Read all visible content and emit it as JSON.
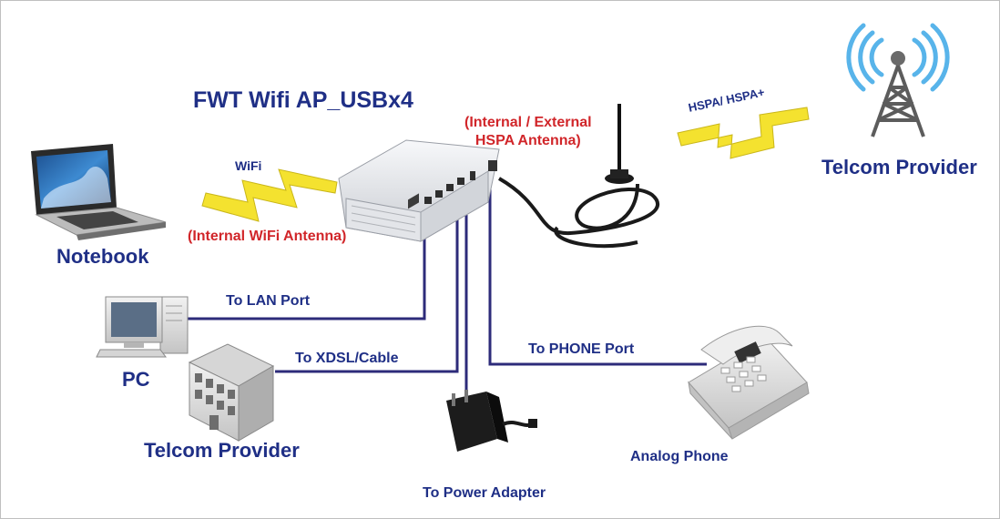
{
  "title": "FWT Wifi AP_USBx4",
  "labels": {
    "hspa_antenna_line1": "(Internal / External",
    "hspa_antenna_line2": "HSPA Antenna)",
    "hspa_link": "HSPA/ HSPA+",
    "telcom_provider_top": "Telcom Provider",
    "wifi_link": "WiFi",
    "wifi_antenna": "(Internal WiFi Antenna)",
    "notebook": "Notebook",
    "lan_port": "To LAN Port",
    "pc": "PC",
    "xdsl_cable": "To XDSL/Cable",
    "phone_port": "To PHONE Port",
    "telcom_provider_bottom": "Telcom Provider",
    "analog_phone": "Analog Phone",
    "power_adapter": "To Power Adapter"
  },
  "colors": {
    "label_blue": "#1f2f86",
    "label_red": "#d1262a",
    "link_yellow": "#f4e22f",
    "cable": "#2d2b7a"
  },
  "icons": [
    "router-icon",
    "antenna-icon",
    "cell-tower-icon",
    "notebook-icon",
    "pc-icon",
    "building-icon",
    "phone-icon",
    "power-adapter-icon"
  ]
}
